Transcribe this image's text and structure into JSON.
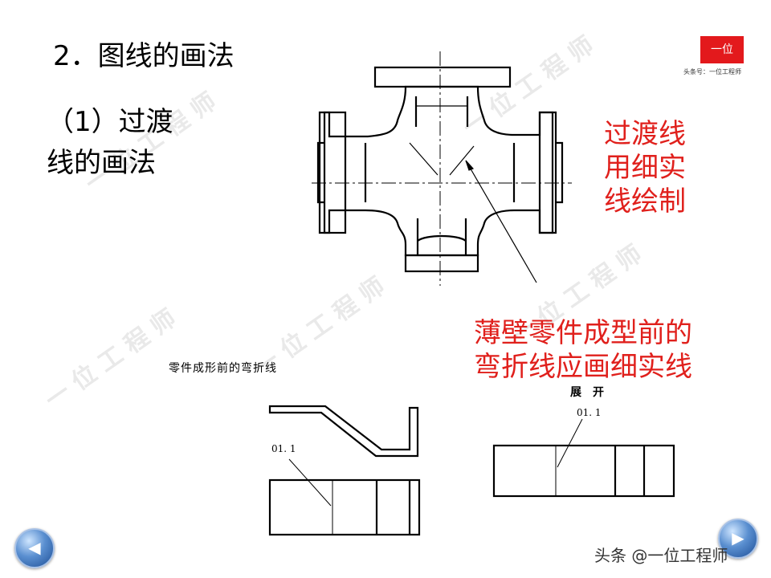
{
  "slide": {
    "title": "2．图线的画法",
    "subtitle_line1": "（1）过渡",
    "subtitle_line2": "线的画法"
  },
  "annotations": {
    "note1_line1": "过渡线",
    "note1_line2": "用细实",
    "note1_line3": "线绘制",
    "note2_line1": "薄壁零件成型前的",
    "note2_line2": "弯折线应画细实线"
  },
  "figures": {
    "left_caption": "零件成形前的弯折线",
    "left_label": "01. 1",
    "right_caption": "展　开",
    "right_label": "01. 1"
  },
  "branding": {
    "logo_text": "一位",
    "logo_subtext": "头条号：一位工程师",
    "watermark": "一位工程师",
    "footer": "头条 @一位工程师"
  },
  "nav": {
    "prev_glyph": "◀",
    "next_glyph": "▶"
  },
  "colors": {
    "accent_red": "#e0201c",
    "nav_blue": "#1d4e96"
  }
}
